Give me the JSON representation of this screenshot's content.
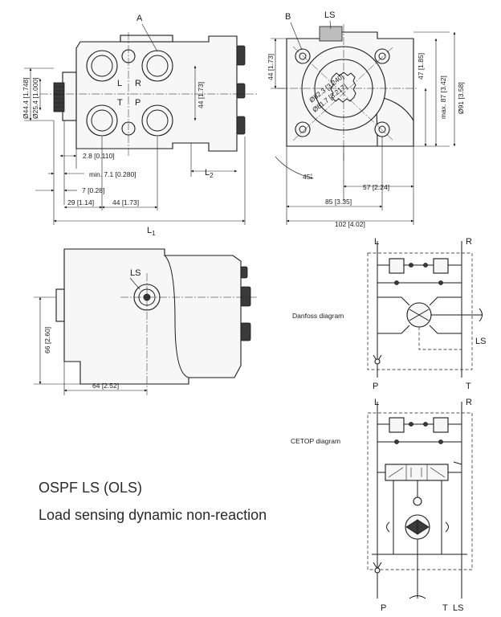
{
  "title": "OSPF LS (OLS)",
  "subtitle": "Load sensing dynamic non-reaction",
  "front_view": {
    "callout_a": "A",
    "ports": {
      "l": "L",
      "r": "R",
      "t": "T",
      "p": "P"
    },
    "dims": {
      "d1": "Ø44.4 [1.748]",
      "d2": "Ø25.4 [1.000]",
      "h44": "44 [1.73]",
      "d_2_8": "2.8 [0.110]",
      "d_min71": "min. 7.1 [0.280]",
      "d_7": "7 [0.28]",
      "d_29": "29 [1.14]",
      "d_44": "44 [1.73]",
      "l1": "L",
      "l1_sub": "1",
      "l2": "L",
      "l2_sub": "2"
    }
  },
  "end_view": {
    "callout_b": "B",
    "callout_ls": "LS",
    "dims": {
      "v44": "44 [1.73]",
      "v47": "47 [1.85]",
      "vmax87": "max. 87 [3.42]",
      "v91": "Ø91 [3.58]",
      "d82": "Ø82.3 [3.240]",
      "d81": "Ø81.7 [3.217]",
      "a45": "45˚",
      "h57": "57 [2.24]",
      "h85": "85 [3.35]",
      "h102": "102 [4.02]"
    }
  },
  "side_view": {
    "callout_ls": "LS",
    "dims": {
      "v66": "66 [2.60]",
      "h64": "64 [2.52]"
    }
  },
  "danfoss": {
    "label": "Danfoss diagram",
    "l": "L",
    "r": "R",
    "p": "P",
    "t": "T",
    "ls": "LS"
  },
  "cetop": {
    "label": "CETOP diagram",
    "l": "L",
    "r": "R",
    "p": "P",
    "t": "T",
    "ls": "LS"
  }
}
